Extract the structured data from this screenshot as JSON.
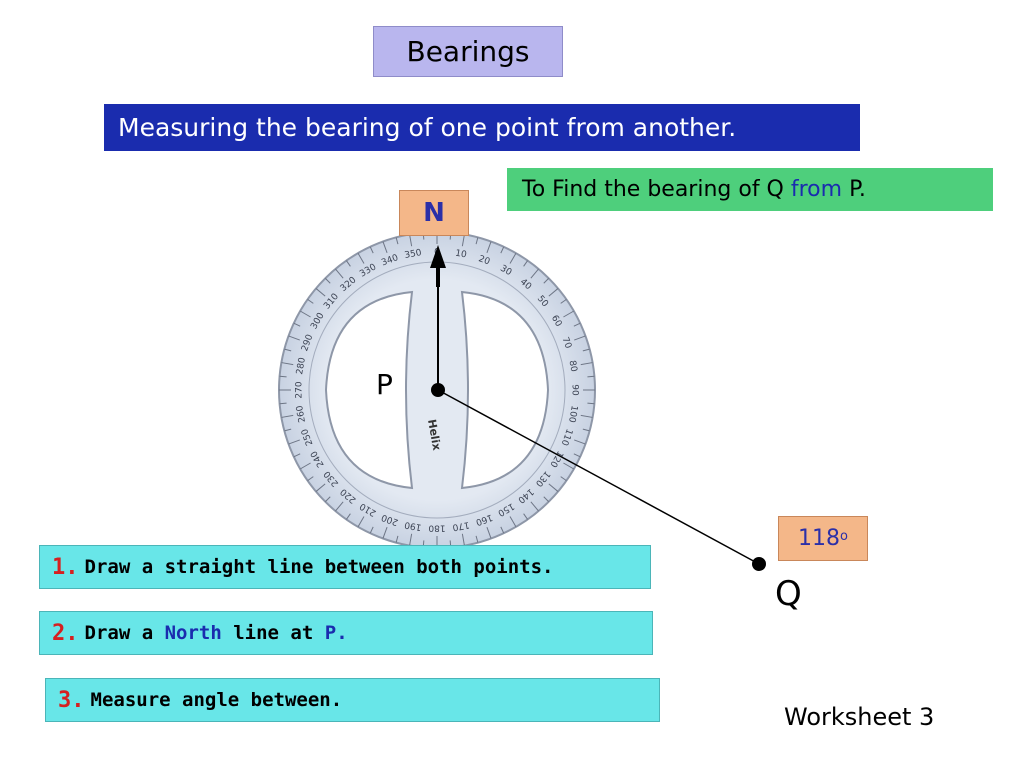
{
  "title": "Bearings",
  "subtitle": "Measuring the bearing of one point from another.",
  "find_box": {
    "prefix": "To Find the bearing of Q ",
    "highlight": "from",
    "suffix": " P."
  },
  "north_label": "N",
  "angle_label": {
    "value": "118",
    "unit": "o"
  },
  "point_p_label": "P",
  "point_q_label": "Q",
  "protractor": {
    "brand": "Helix",
    "bearing_degrees": 118
  },
  "steps": [
    {
      "number": "1.",
      "text": "Draw a straight line between both points."
    },
    {
      "number": "2.",
      "text_before": "Draw a ",
      "highlight": "North",
      "text_middle": " line at ",
      "highlight2": "P",
      "text_after": "."
    },
    {
      "number": "3.",
      "text": "Measure angle between."
    }
  ],
  "footer": "Worksheet 3",
  "colors": {
    "title_bg": "#b9b6ee",
    "subtitle_bg": "#1a2cae",
    "find_bg": "#4ecf7c",
    "label_bg": "#f4b789",
    "step_bg": "#68e6e8",
    "step_number": "#d62020"
  }
}
